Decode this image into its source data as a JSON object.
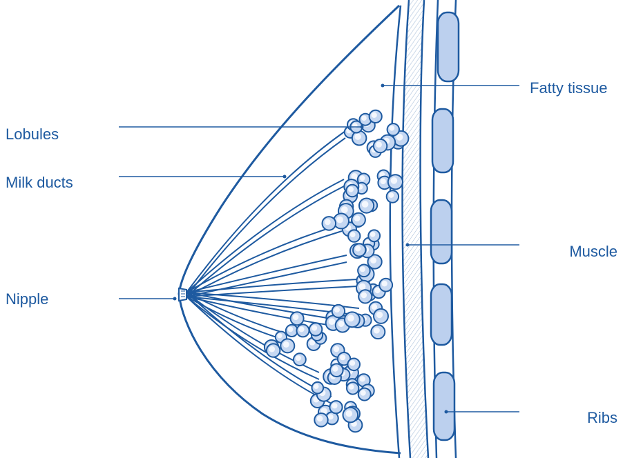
{
  "colors": {
    "line": "#1e5aa0",
    "rib_fill": "#bcd0ee",
    "lobule_fill": "#c6d8f2",
    "lobule_highlight": "#ffffff",
    "text": "#1e5aa0"
  },
  "labels": {
    "lobules": "Lobules",
    "milk_ducts": "Milk ducts",
    "nipple": "Nipple",
    "fatty_tissue": "Fatty tissue",
    "muscle": "Muscle",
    "ribs": "Ribs"
  }
}
